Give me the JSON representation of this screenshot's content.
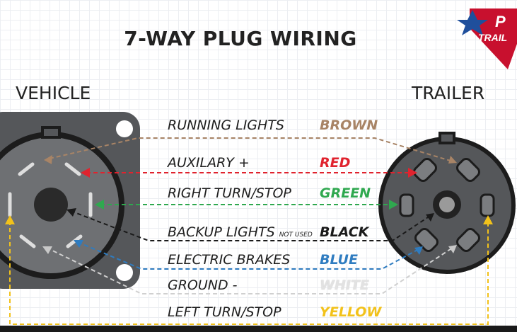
{
  "title": "7-WAY PLUG WIRING",
  "vehicle_label": "VEHICLE",
  "trailer_label": "TRAILER",
  "logo_text": "P TRAIL",
  "wires": [
    {
      "name": "RUNNING LIGHTS",
      "note": "",
      "color_name": "BROWN",
      "color": "#a88466"
    },
    {
      "name": "AUXILARY +",
      "note": "",
      "color_name": "RED",
      "color": "#e0232e"
    },
    {
      "name": "RIGHT TURN/STOP",
      "note": "",
      "color_name": "GREEN",
      "color": "#2fa84f"
    },
    {
      "name": "BACKUP LIGHTS",
      "note": "NOT USED",
      "color_name": "BLACK",
      "color": "#1a1a1a"
    },
    {
      "name": "ELECTRIC BRAKES",
      "note": "",
      "color_name": "BLUE",
      "color": "#2f7cc0"
    },
    {
      "name": "GROUND -",
      "note": "",
      "color_name": "WHITE",
      "color": "#d6d6d6"
    },
    {
      "name": "LEFT TURN/STOP",
      "note": "",
      "color_name": "YELLOW",
      "color": "#f2c21b"
    }
  ]
}
